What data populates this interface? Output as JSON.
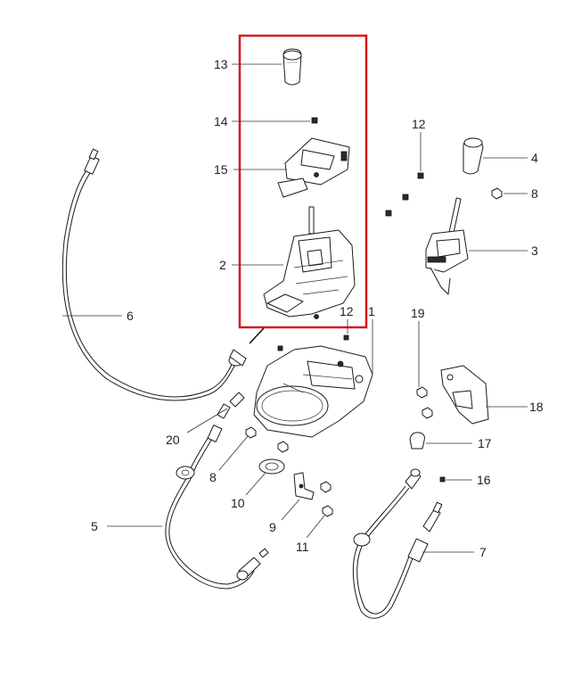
{
  "diagram": {
    "callouts": [
      {
        "id": "13",
        "text": "13"
      },
      {
        "id": "14",
        "text": "14"
      },
      {
        "id": "15",
        "text": "15"
      },
      {
        "id": "2",
        "text": "2"
      },
      {
        "id": "12a",
        "text": "12"
      },
      {
        "id": "4",
        "text": "4"
      },
      {
        "id": "8a",
        "text": "8"
      },
      {
        "id": "3",
        "text": "3"
      },
      {
        "id": "6",
        "text": "6"
      },
      {
        "id": "12b",
        "text": "12"
      },
      {
        "id": "1",
        "text": "1"
      },
      {
        "id": "19",
        "text": "19"
      },
      {
        "id": "18",
        "text": "18"
      },
      {
        "id": "20",
        "text": "20"
      },
      {
        "id": "17",
        "text": "17"
      },
      {
        "id": "8b",
        "text": "8"
      },
      {
        "id": "10",
        "text": "10"
      },
      {
        "id": "16",
        "text": "16"
      },
      {
        "id": "5",
        "text": "5"
      },
      {
        "id": "9",
        "text": "9"
      },
      {
        "id": "11",
        "text": "11"
      },
      {
        "id": "7",
        "text": "7"
      }
    ],
    "highlight_color": "#d9141a"
  }
}
